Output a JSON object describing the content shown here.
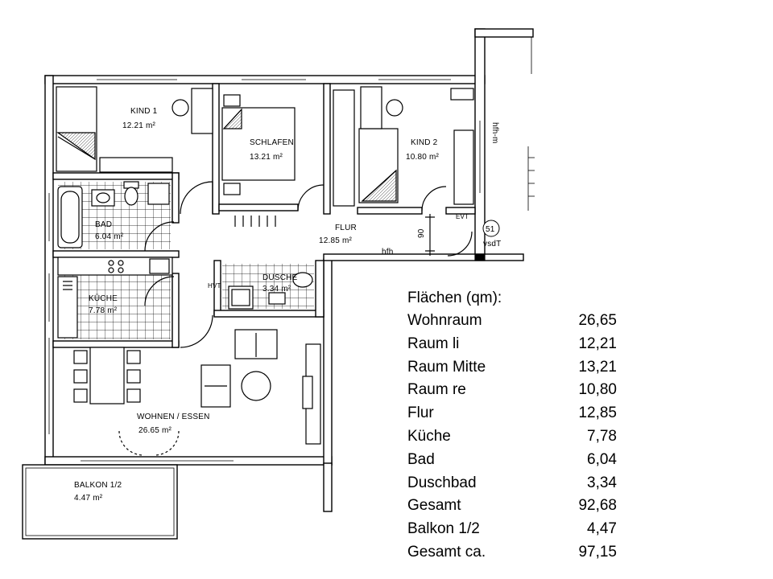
{
  "plan": {
    "rooms": [
      {
        "id": "kind1",
        "name": "KIND 1",
        "area": "12.21 m²"
      },
      {
        "id": "schlafen",
        "name": "SCHLAFEN",
        "area": "13.21 m²"
      },
      {
        "id": "kind2",
        "name": "KIND 2",
        "area": "10.80 m²"
      },
      {
        "id": "bad",
        "name": "BAD",
        "area": "6.04 m²"
      },
      {
        "id": "flur",
        "name": "FLUR",
        "area": "12.85 m²"
      },
      {
        "id": "kueche",
        "name": "KÜCHE",
        "area": "7.78 m²"
      },
      {
        "id": "dusche",
        "name": "DUSCHE",
        "area": "3.34 m²"
      },
      {
        "id": "wohnen",
        "name": "WOHNEN / ESSEN",
        "area": "26.65 m²"
      },
      {
        "id": "balkon",
        "name": "BALKON 1/2",
        "area": "4.47 m²"
      }
    ],
    "annotations": {
      "hfh_vertical": "hfh-m",
      "hfh": "hfh",
      "dim_90": "90",
      "tag_51": "51",
      "vsdt": "vsdT",
      "evt": "EVT",
      "hvt": "HVT"
    }
  },
  "areas": {
    "title": "Flächen (qm):",
    "rows": [
      {
        "label": "Wohnraum",
        "value": "26,65"
      },
      {
        "label": "Raum li",
        "value": "12,21"
      },
      {
        "label": "Raum Mitte",
        "value": "13,21"
      },
      {
        "label": "Raum re",
        "value": "10,80"
      },
      {
        "label": "Flur",
        "value": "12,85"
      },
      {
        "label": "Küche",
        "value": "7,78"
      },
      {
        "label": "Bad",
        "value": "6,04"
      },
      {
        "label": "Duschbad",
        "value": "3,34"
      },
      {
        "label": "Gesamt",
        "value": "92,68"
      },
      {
        "label": "Balkon 1/2",
        "value": "4,47"
      },
      {
        "label": "Gesamt ca.",
        "value": "97,15"
      }
    ]
  }
}
